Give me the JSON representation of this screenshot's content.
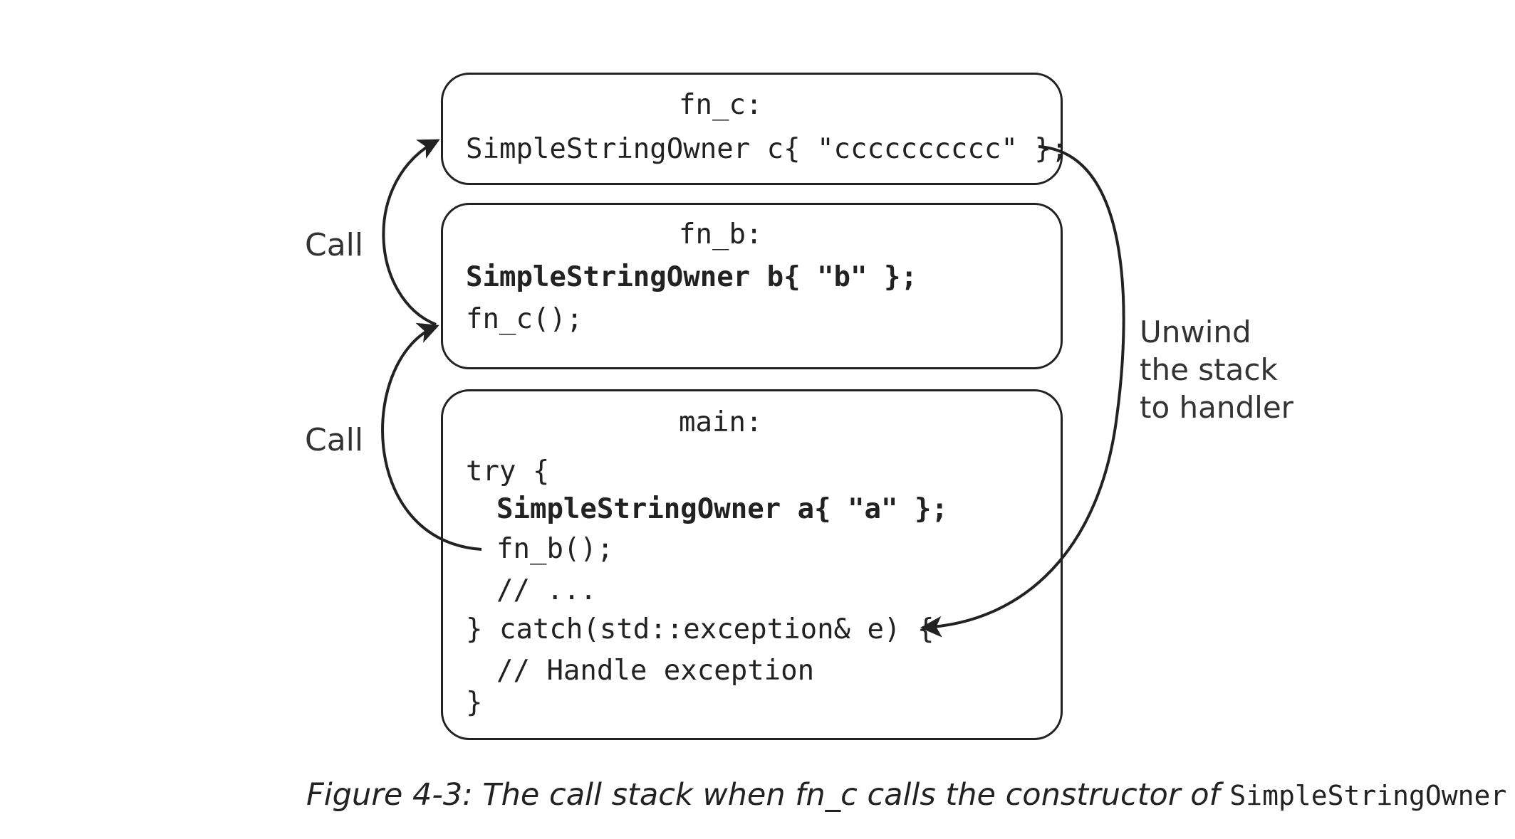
{
  "frames": {
    "fn_c": {
      "title": "fn_c:",
      "line1": "SimpleStringOwner c{ \"cccccccccc\" };"
    },
    "fn_b": {
      "title": "fn_b:",
      "line1": "SimpleStringOwner b{ \"b\" };",
      "line2": "fn_c();"
    },
    "main": {
      "title": "main:",
      "line1": "try {",
      "line2": "SimpleStringOwner a{ \"a\" };",
      "line3": "fn_b();",
      "line4": "// ...",
      "line5": "} catch(std::exception& e) {",
      "line6": "// Handle exception",
      "line7": "}"
    }
  },
  "labels": {
    "call_upper": "Call",
    "call_lower": "Call",
    "unwind_line1": "Unwind",
    "unwind_line2": "the stack",
    "unwind_line3": "to handler"
  },
  "caption": {
    "prefix": "Figure 4-3: The call stack when ",
    "fn": "fn_c",
    "middle": " calls the constructor of ",
    "type": "SimpleStringOwner c"
  },
  "colors": {
    "stroke": "#222222",
    "background": "#ffffff"
  }
}
